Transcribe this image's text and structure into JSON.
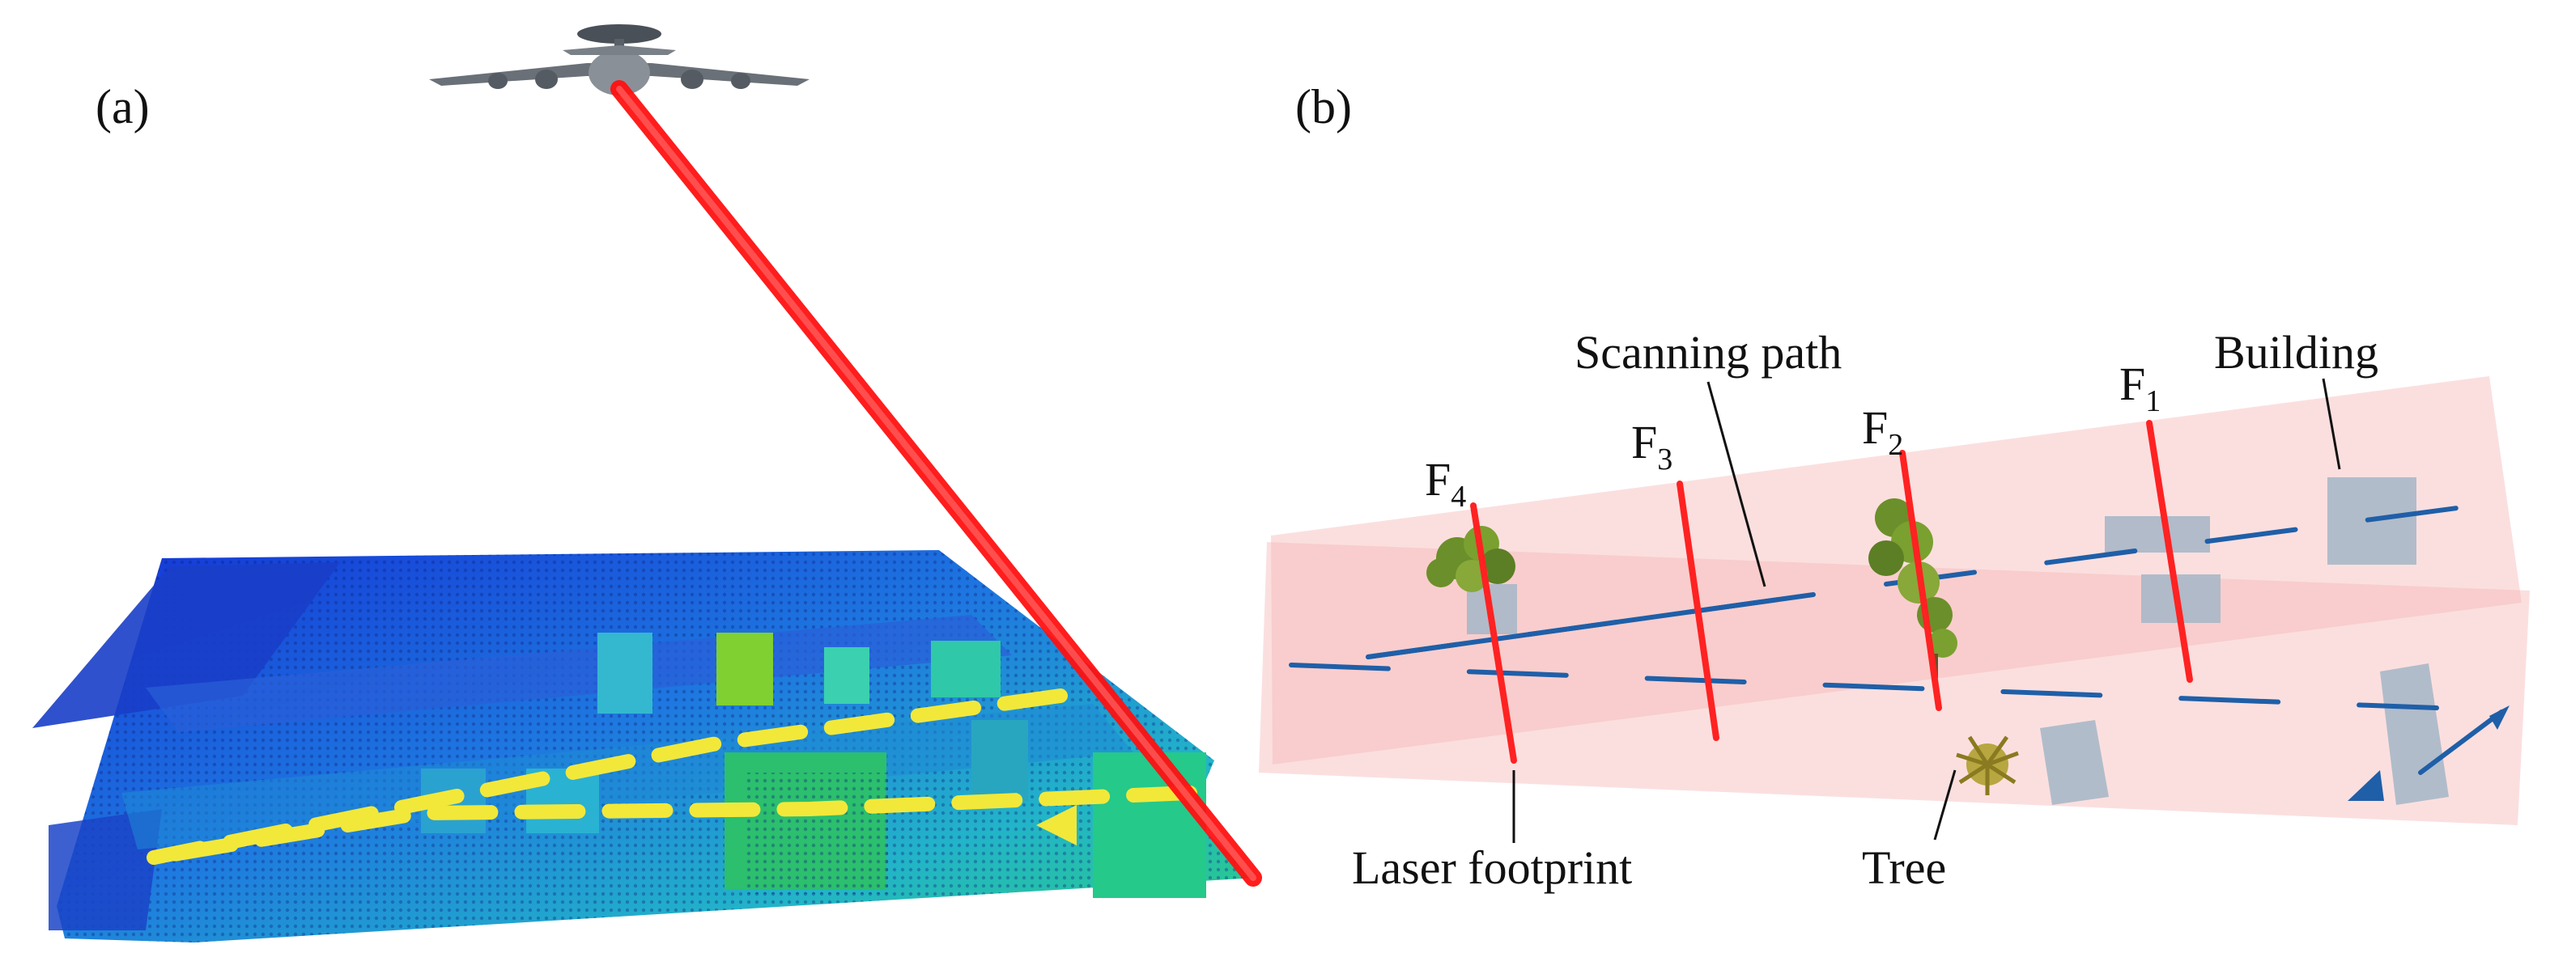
{
  "panels": {
    "a": {
      "label": "(a)"
    },
    "b": {
      "label": "(b)"
    }
  },
  "labels": {
    "scanning_path": "Scanning path",
    "building": "Building",
    "laser_footprint": "Laser footprint",
    "tree": "Tree"
  },
  "footprints": [
    {
      "letter": "F",
      "sub": "4"
    },
    {
      "letter": "F",
      "sub": "3"
    },
    {
      "letter": "F",
      "sub": "2"
    },
    {
      "letter": "F",
      "sub": "1"
    }
  ],
  "icons": {
    "aircraft": "aircraft-icon",
    "tree": "tree-icon",
    "direction_arrow": "arrow-icon"
  },
  "colors": {
    "laser": "#ff1a1a",
    "scan_path_a": "#f2e83a",
    "scan_path_b": "#1f5fa8",
    "swath": "#f6b8b8",
    "building": "#a9b8c8",
    "tree": "#6b8f2a",
    "point_cloud_low": "#1538d8",
    "point_cloud_high": "#2fd08a"
  }
}
